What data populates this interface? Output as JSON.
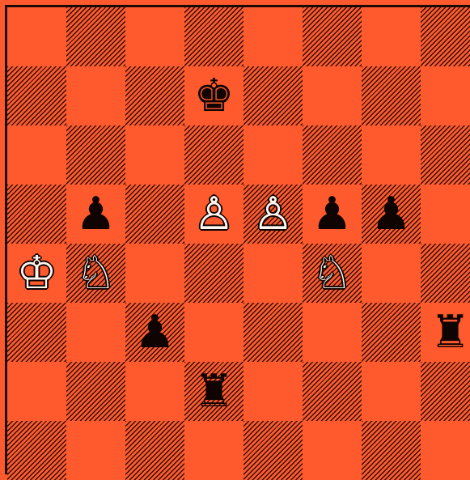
{
  "board": {
    "ranks": [
      [
        "",
        "",
        "",
        "",
        "",
        "",
        "",
        ""
      ],
      [
        "",
        "",
        "",
        "k",
        "",
        "",
        "",
        ""
      ],
      [
        "",
        "",
        "",
        "",
        "",
        "",
        "",
        ""
      ],
      [
        "",
        "p",
        "",
        "P",
        "P",
        "p",
        "p",
        ""
      ],
      [
        "K",
        "N",
        "",
        "",
        "",
        "N",
        "",
        ""
      ],
      [
        "",
        "",
        "p",
        "",
        "",
        "",
        "",
        "r"
      ],
      [
        "",
        "",
        "",
        "r",
        "",
        "",
        "",
        ""
      ],
      [
        "",
        "",
        "",
        "",
        "",
        "",
        "",
        ""
      ]
    ],
    "glyphs": {
      "k": "♚",
      "q": "♛",
      "r": "♜",
      "b": "♝",
      "n": "♞",
      "p": "♟",
      "K": "♔",
      "Q": "♕",
      "R": "♖",
      "B": "♗",
      "N": "♘",
      "P": "♙"
    },
    "names": {
      "k": "black-king",
      "q": "black-queen",
      "r": "black-rook",
      "b": "black-bishop",
      "n": "black-knight",
      "p": "black-pawn",
      "K": "white-king",
      "Q": "white-queen",
      "R": "white-rook",
      "B": "white-bishop",
      "N": "white-knight",
      "P": "white-pawn"
    },
    "colors": {
      "light_square": "#ff5a2e",
      "dark_hatch": "#2b0f08",
      "black_piece": "#100402",
      "white_piece": "#fff6f0"
    }
  }
}
